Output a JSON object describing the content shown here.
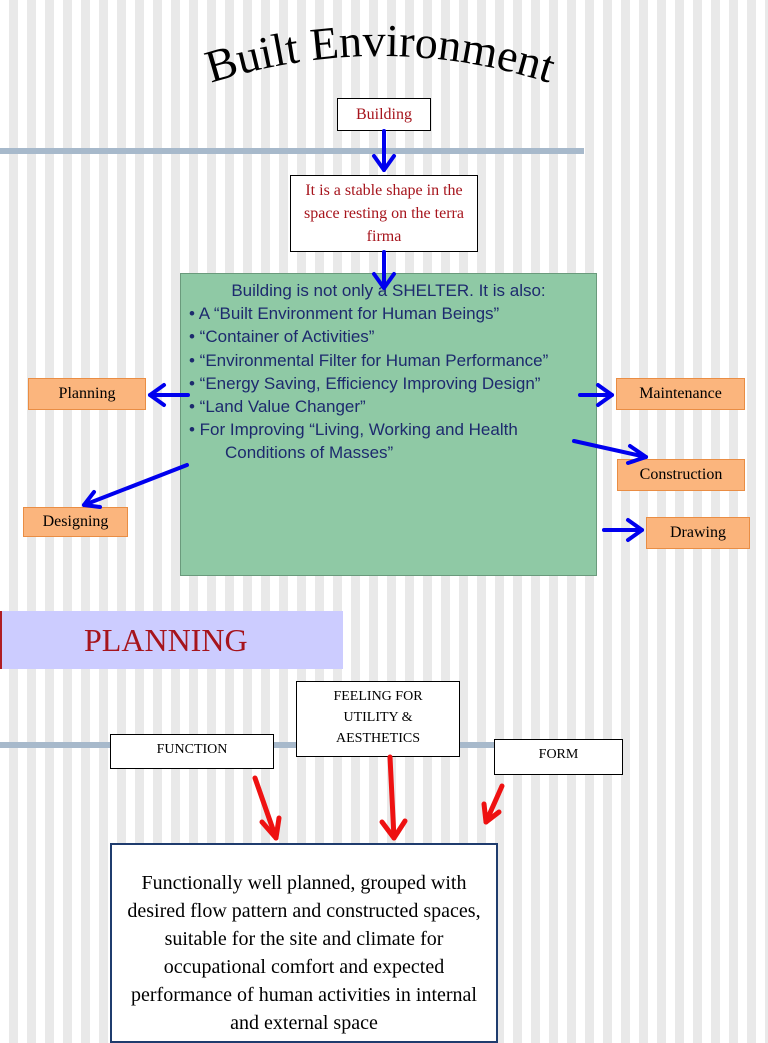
{
  "slide1": {
    "title": "Built Environment",
    "building_label": "Building",
    "definition": "It is a stable shape in the space resting on the terra firma",
    "green": {
      "intro": "Building is not only a SHELTER. It is also:",
      "items": [
        "• A “Built Environment for Human Beings”",
        "• “Container of Activities”",
        "• “Environmental Filter for Human Performance”",
        "• “Energy Saving, Efficiency Improving Design”",
        "• “Land Value Changer”",
        "• For Improving “Living, Working and Health"
      ],
      "continuation": "Conditions of Masses”"
    },
    "labels": {
      "planning": "Planning",
      "designing": "Designing",
      "maintenance": "Maintenance",
      "construction": "Construction",
      "drawing": "Drawing"
    },
    "colors": {
      "arrow": "#0000ee",
      "label_fill": "#fbb57d",
      "green_fill": "#8fc9a5",
      "title_red": "#a6141c"
    }
  },
  "slide2": {
    "title": "PLANNING",
    "function": "FUNCTION",
    "feeling": "FEELING FOR UTILITY & AESTHETICS",
    "form": "FORM",
    "result": "Functionally well planned, grouped with desired flow pattern and constructed spaces, suitable for the site and climate for occupational comfort and expected performance of human activities in internal and external space",
    "colors": {
      "arrow": "#ee1111",
      "header_fill": "#ccccff"
    }
  }
}
